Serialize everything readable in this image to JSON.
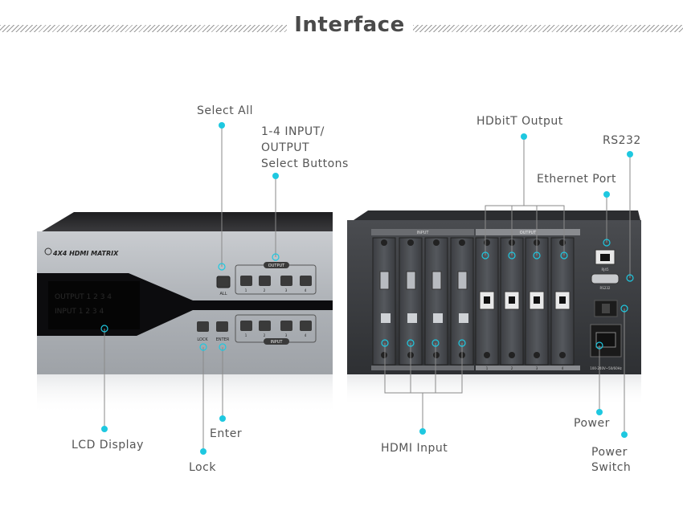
{
  "page": {
    "title": "Interface"
  },
  "front_panel": {
    "brand": "4X4 HDMI MATRIX",
    "lcd_rows": [
      "OUTPUT  1  2  3  4",
      "INPUT    1  2  3  4"
    ],
    "output_box_label": "OUTPUT",
    "input_box_label": "INPUT",
    "all_label": "ALL",
    "lock_label": "LOCK",
    "enter_label": "ENTER",
    "button_numbers": [
      "1",
      "2",
      "3",
      "4"
    ]
  },
  "rear_panel": {
    "input_header": "INPUT",
    "output_header": "OUTPUT",
    "rj45_label": "RJ45",
    "rs232_label": "RS232",
    "power_rating": "100-240V~50/60Hz",
    "port_numbers": [
      "1",
      "2",
      "3",
      "4"
    ]
  },
  "callouts": {
    "select_all": "Select All",
    "select_buttons": [
      "1-4 INPUT/",
      "OUTPUT",
      "Select Buttons"
    ],
    "lcd_display": "LCD Display",
    "lock": "Lock",
    "enter": "Enter",
    "hdbitt_output": "HDbitT Output",
    "rs232": "RS232",
    "ethernet_port": "Ethernet Port",
    "hdmi_input": "HDMI Input",
    "power": "Power",
    "power_switch": [
      "Power",
      "Switch"
    ]
  },
  "colors": {
    "accent": "#1ec8e0",
    "title": "#4a4a4a",
    "label": "#555555"
  }
}
